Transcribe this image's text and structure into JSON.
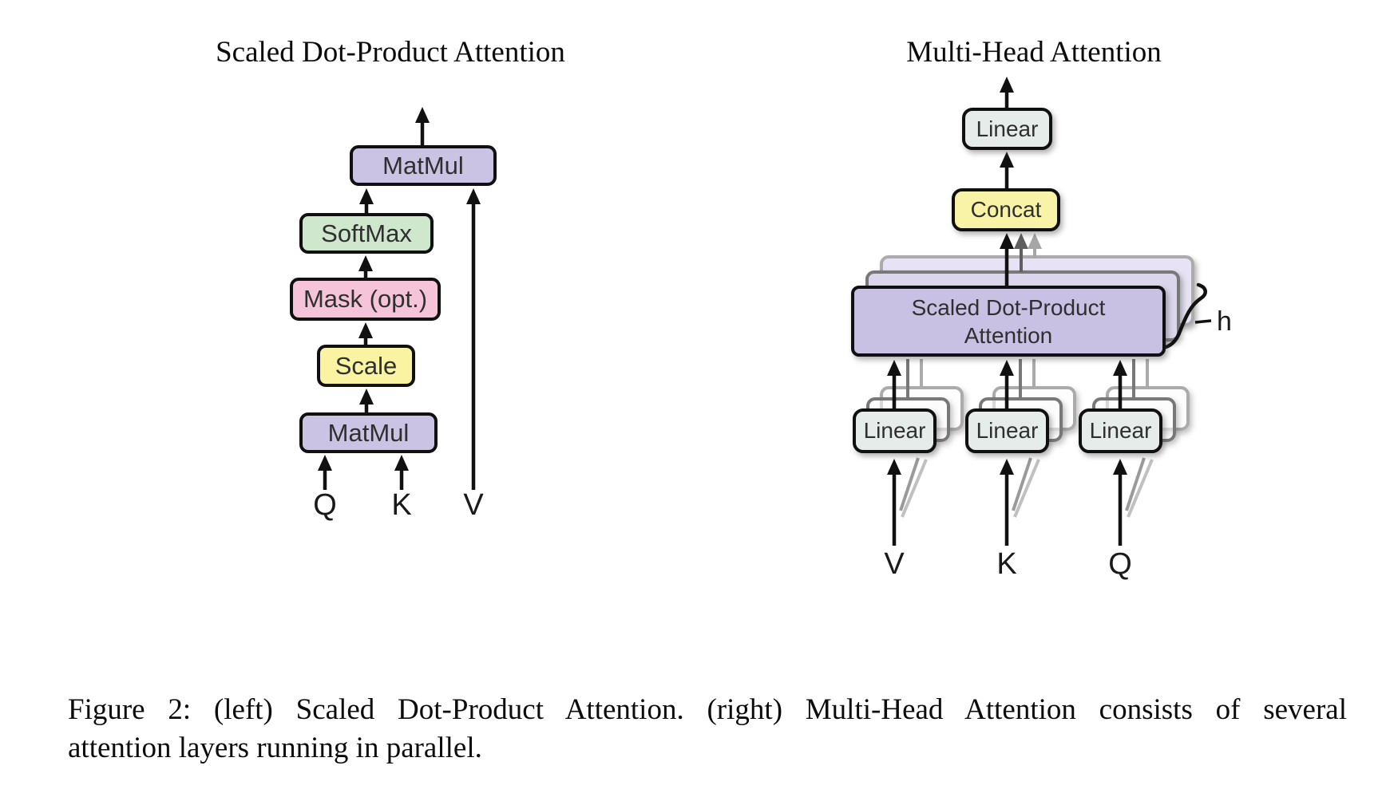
{
  "left_diagram": {
    "title": "Scaled Dot-Product Attention",
    "boxes": {
      "matmul_top": "MatMul",
      "softmax": "SoftMax",
      "mask": "Mask (opt.)",
      "scale": "Scale",
      "matmul_bottom": "MatMul"
    },
    "inputs": {
      "q": "Q",
      "k": "K",
      "v": "V"
    }
  },
  "right_diagram": {
    "title": "Multi-Head Attention",
    "boxes": {
      "linear_out": "Linear",
      "concat": "Concat",
      "attention_line1": "Scaled Dot-Product",
      "attention_line2": "Attention",
      "linear_v": "Linear",
      "linear_k": "Linear",
      "linear_q": "Linear"
    },
    "head_count_label": "h",
    "inputs": {
      "v": "V",
      "k": "K",
      "q": "Q"
    }
  },
  "caption": {
    "line1": "Figure 2: (left) Scaled Dot-Product Attention. (right) Multi-Head Attention consists of several",
    "line2": "attention layers running in parallel."
  },
  "colors": {
    "matmul_purple": "#cbc3e3",
    "softmax_green": "#cfe7cc",
    "mask_pink": "#f5c4d8",
    "scale_yellow": "#f9f3a2",
    "linear_gray": "#e6ece9",
    "concat_yellow": "#f9f3a8",
    "attention_purple": "#c9c1e3",
    "attention_ghost1": "#dcd6ec",
    "attention_ghost2": "#e7e3f4",
    "arrow_black": "#111111",
    "arrow_gray_dark": "#5f5f5f",
    "arrow_gray_light": "#a6a6a6"
  }
}
